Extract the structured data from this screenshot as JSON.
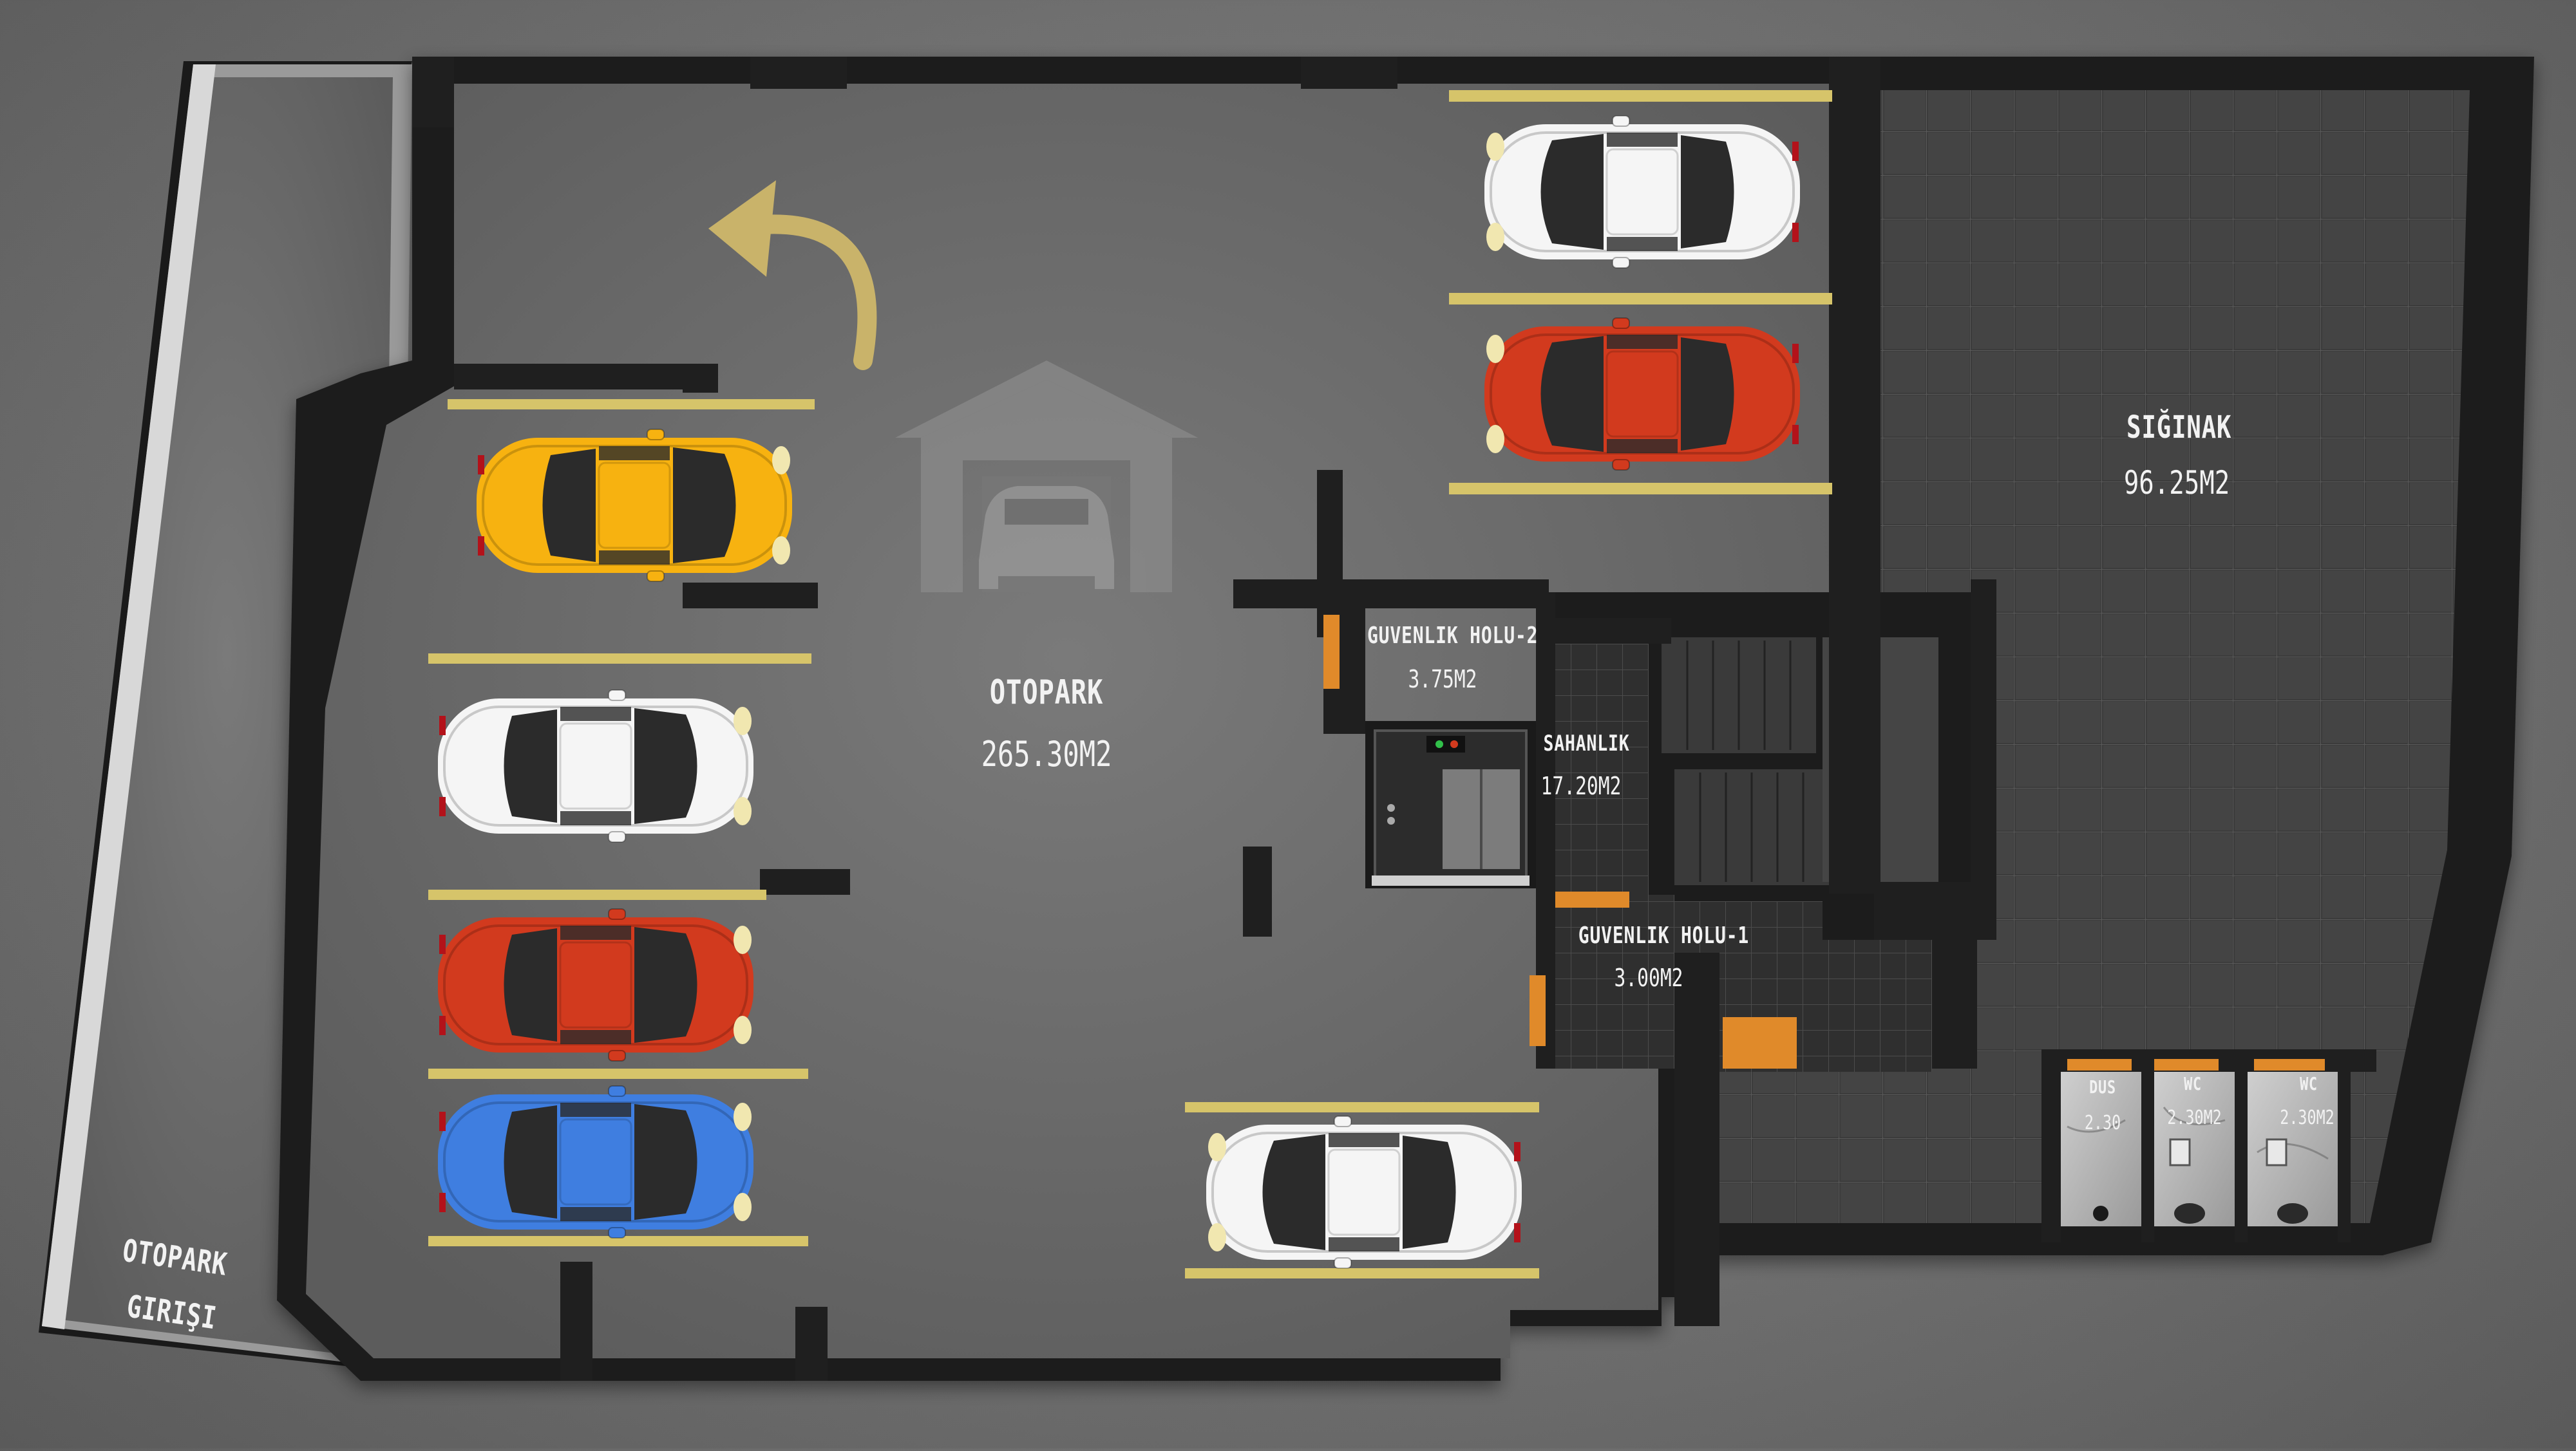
{
  "rooms": {
    "otopark": {
      "name": "OTOPARK",
      "area": "265.30M2"
    },
    "siginak": {
      "name": "SIĞINAK",
      "area": "96.25M2"
    },
    "guvenlik2": {
      "name": "GUVENLIK HOLU-2",
      "area": "3.75M2"
    },
    "sahanlik": {
      "name": "SAHANLIK",
      "area": "17.20M2"
    },
    "guvenlik1": {
      "name": "GUVENLIK HOLU-1",
      "area": "3.00M2"
    },
    "dus": {
      "name": "DUS",
      "area": "2.30"
    },
    "wc1": {
      "name": "WC",
      "area": "2.30M2"
    },
    "wc2": {
      "name": "WC",
      "area": "2.30M2"
    }
  },
  "entrance": {
    "line1": "OTOPARK",
    "line2": "GIRIŞI"
  },
  "colors": {
    "wall": "#1e1e1e",
    "concrete": "#6a6a6a",
    "tile": "#3a3a3a",
    "parking_line": "#d6c46a",
    "door": "#e08a2a",
    "arrow": "#c9b36a"
  },
  "cars": [
    {
      "color": "#f5f5f5",
      "facing": "left"
    },
    {
      "color": "#d23a1e",
      "facing": "left"
    },
    {
      "color": "#f7b210",
      "facing": "right"
    },
    {
      "color": "#f5f5f5",
      "facing": "right"
    },
    {
      "color": "#d23a1e",
      "facing": "right"
    },
    {
      "color": "#3f7ee0",
      "facing": "right"
    },
    {
      "color": "#f5f5f5",
      "facing": "left"
    }
  ]
}
